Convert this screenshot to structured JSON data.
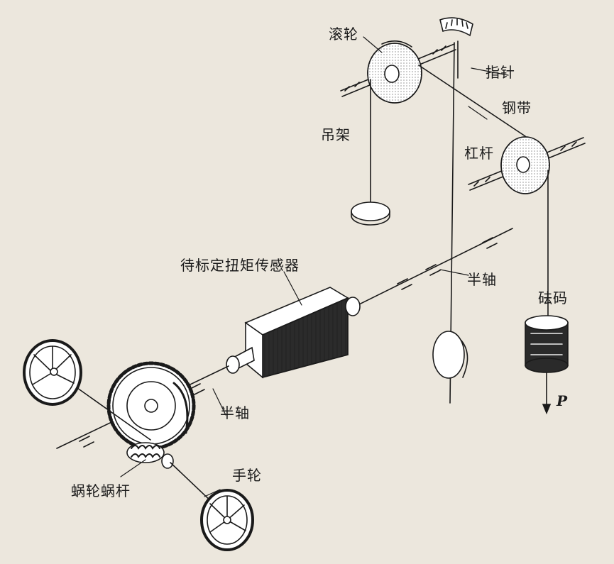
{
  "diagram": {
    "labels": {
      "roller": "滚轮",
      "pointer": "指针",
      "steel_band": "钢带",
      "hanger": "吊架",
      "lever": "杠杆",
      "sensor": "待标定扭矩传感器",
      "half_shaft_right": "半轴",
      "weights": "砝码",
      "force": "P",
      "half_shaft_left": "半轴",
      "worm_gear": "蜗轮蜗杆",
      "handwheel": "手轮"
    }
  }
}
